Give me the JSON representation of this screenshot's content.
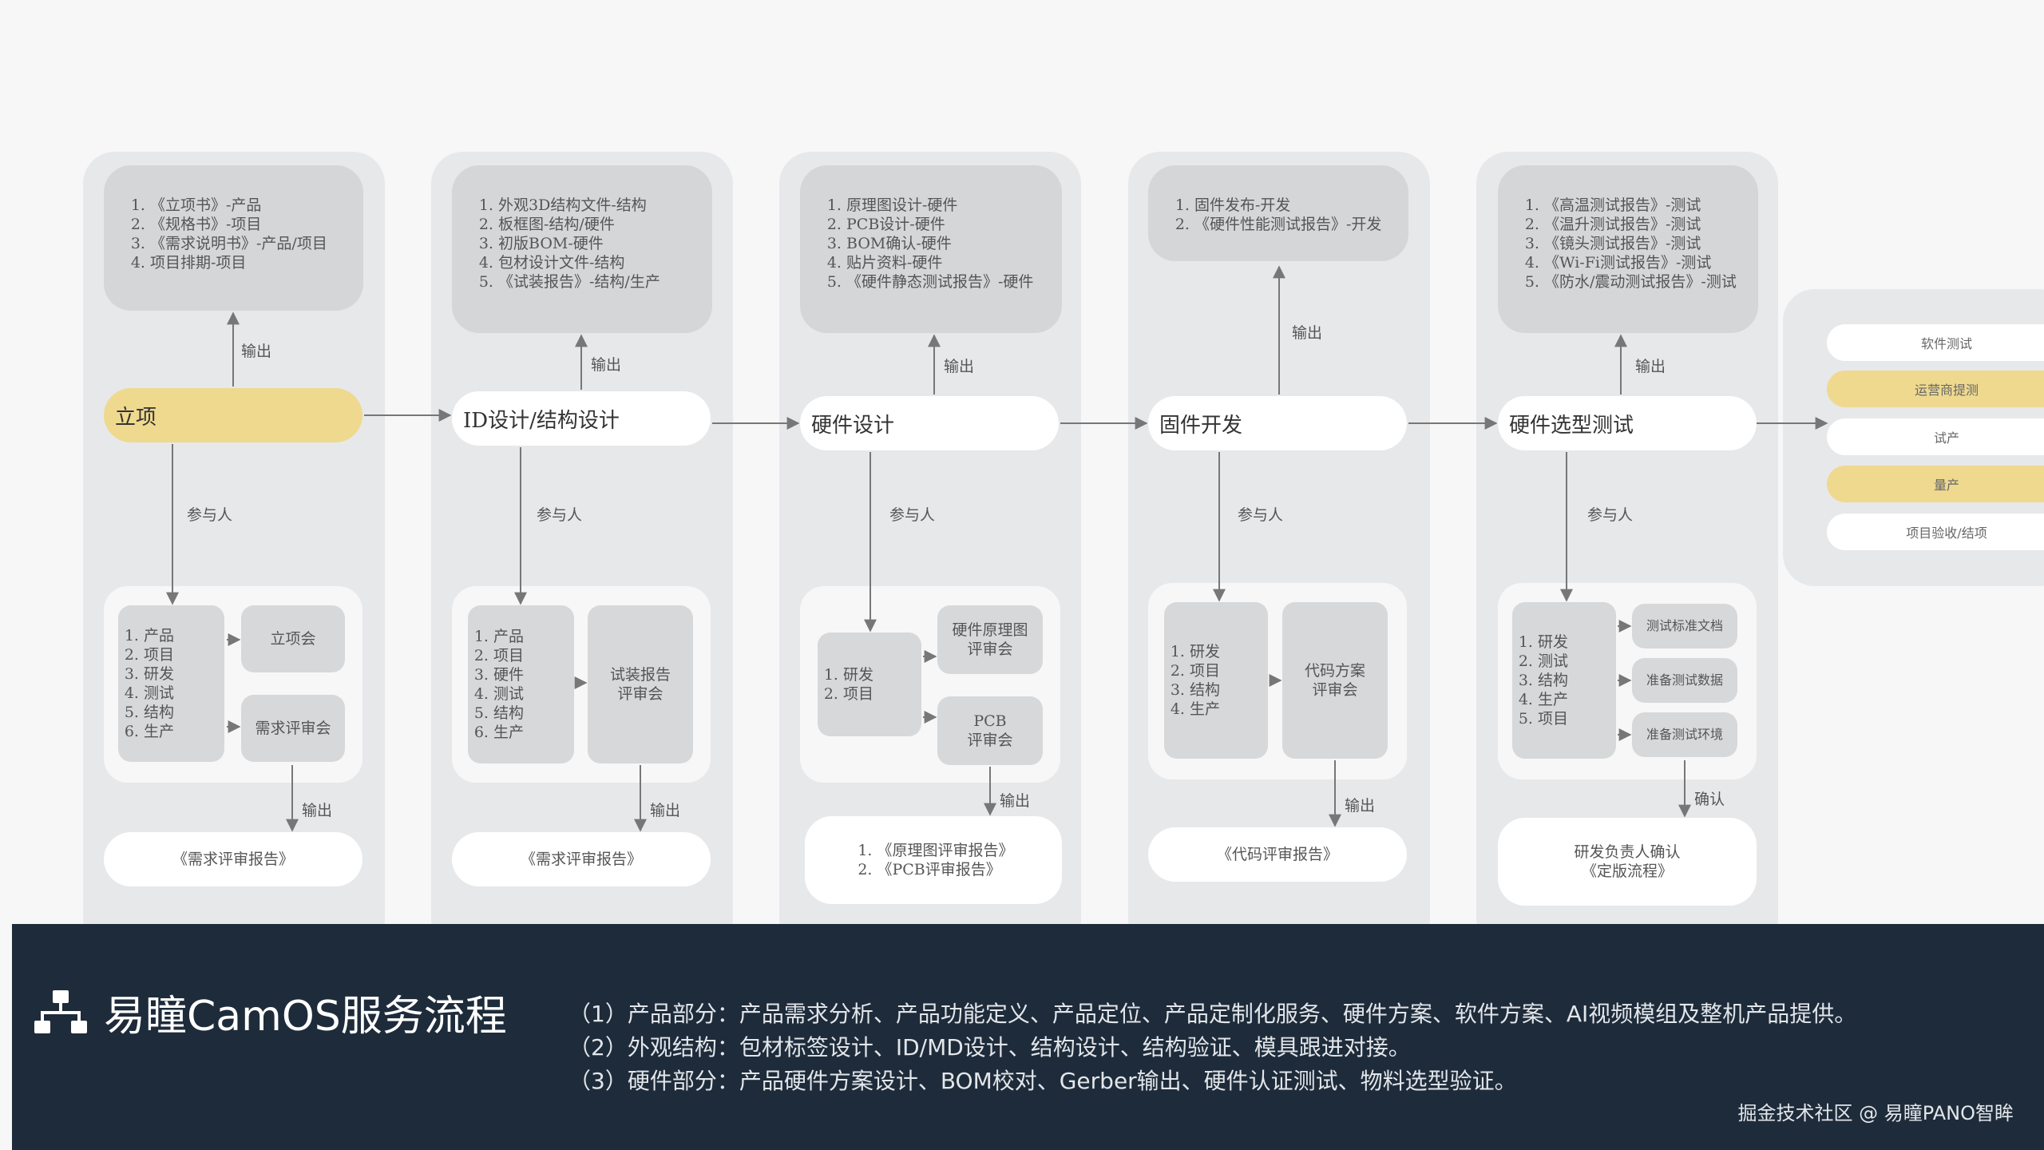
{
  "columns": [
    {
      "stage": "立项",
      "outputs": [
        "《立项书》-产品",
        "《规格书》-项目",
        "《需求说明书》-产品/项目",
        "项目排期-项目"
      ],
      "output_label": "输出",
      "participants_label": "参与人",
      "participants": [
        "产品",
        "项目",
        "研发",
        "测试",
        "结构",
        "生产"
      ],
      "meetings": [
        "立项会",
        "需求评审会"
      ],
      "meeting_output_label": "输出",
      "report": "《需求评审报告》"
    },
    {
      "stage": "ID设计/结构设计",
      "outputs": [
        "外观3D结构文件-结构",
        "板框图-结构/硬件",
        "初版BOM-硬件",
        "包材设计文件-结构",
        "《试装报告》-结构/生产"
      ],
      "output_label": "输出",
      "participants_label": "参与人",
      "participants": [
        "产品",
        "项目",
        "硬件",
        "测试",
        "结构",
        "生产"
      ],
      "meetings": [
        "试装报告\n评审会"
      ],
      "meeting_output_label": "输出",
      "report": "《需求评审报告》"
    },
    {
      "stage": "硬件设计",
      "outputs": [
        "原理图设计-硬件",
        "PCB设计-硬件",
        "BOM确认-硬件",
        "贴片资料-硬件",
        "《硬件静态测试报告》-硬件"
      ],
      "output_label": "输出",
      "participants_label": "参与人",
      "participants": [
        "研发",
        "项目"
      ],
      "meetings": [
        "硬件原理图\n评审会",
        "PCB\n评审会"
      ],
      "meeting_output_label": "输出",
      "report_list": [
        "《原理图评审报告》",
        "《PCB评审报告》"
      ]
    },
    {
      "stage": "固件开发",
      "outputs": [
        "固件发布-开发",
        "《硬件性能测试报告》-开发"
      ],
      "output_label": "输出",
      "participants_label": "参与人",
      "participants": [
        "研发",
        "项目",
        "结构",
        "生产"
      ],
      "meetings": [
        "代码方案\n评审会"
      ],
      "meeting_output_label": "输出",
      "report": "《代码评审报告》"
    },
    {
      "stage": "硬件选型测试",
      "outputs": [
        "《高温测试报告》-测试",
        "《温升测试报告》-测试",
        "《镜头测试报告》-测试",
        "《Wi-Fi测试报告》-测试",
        "《防水/震动测试报告》-测试"
      ],
      "output_label": "输出",
      "participants_label": "参与人",
      "participants": [
        "研发",
        "测试",
        "结构",
        "生产",
        "项目"
      ],
      "meetings": [
        "测试标准文档",
        "准备测试数据",
        "准备测试环境"
      ],
      "meeting_output_label": "确认",
      "report": "研发负责人确认\n《定版流程》"
    }
  ],
  "side_steps": [
    "软件测试",
    "运营商提测",
    "试产",
    "量产",
    "项目验收/结项"
  ],
  "footer": {
    "title": "易瞳CamOS服务流程",
    "lines": [
      "（1）产品部分：产品需求分析、产品功能定义、产品定位、产品定制化服务、硬件方案、软件方案、AI视频模组及整机产品提供。",
      "（2）外观结构：包材标签设计、ID/MD设计、结构设计、结构验证、模具跟进对接。",
      "（3）硬件部分：产品硬件方案设计、BOM校对、Gerber输出、硬件认证测试、物料选型验证。"
    ],
    "credit": "掘金技术社区 @ 易瞳PANO智眸"
  },
  "colors": {
    "highlight": "#efd98f",
    "footer_bg": "#1e2b3a",
    "column_bg": "#e7e8ea",
    "arrow": "#777777"
  }
}
